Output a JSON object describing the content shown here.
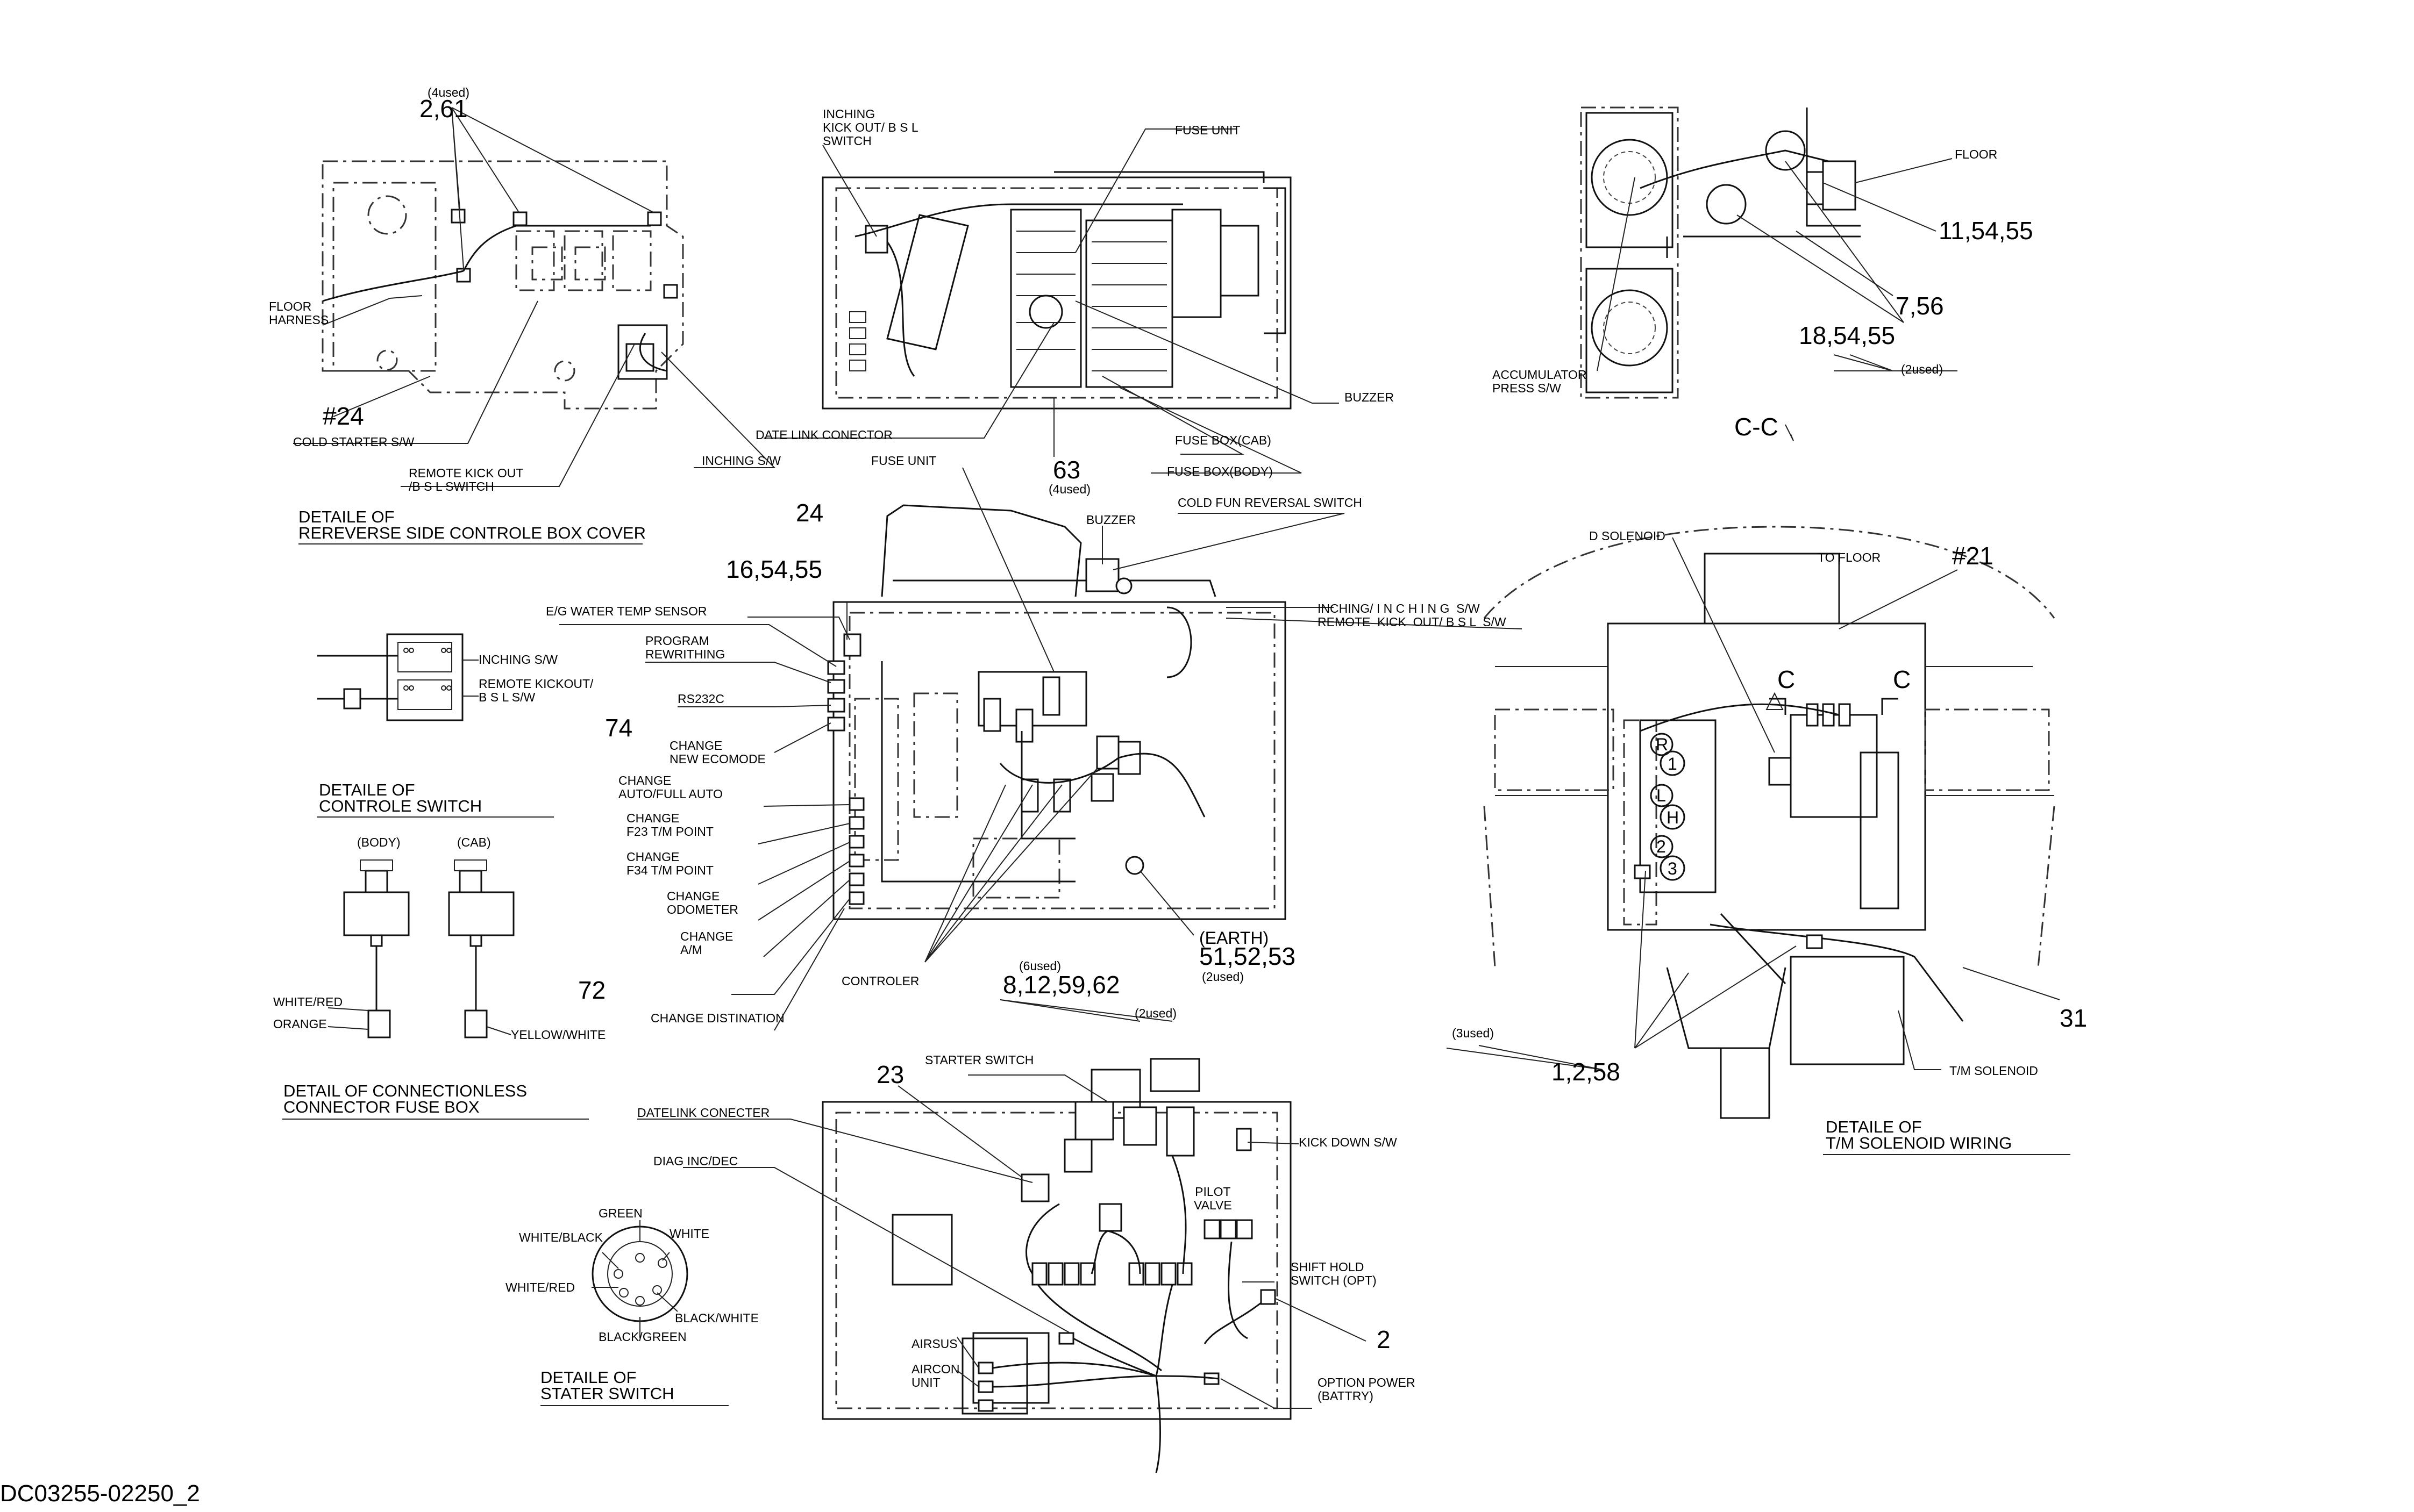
{
  "drawing_number": "DC03255-02250_2",
  "box_cover": {
    "title_line1": "DETAILE OF",
    "title_line2": "REREVERSE SIDE CONTROLE BOX COVER",
    "qty_note": "(4used)",
    "ref_top": "2,61",
    "floor_harness": "FLOOR\nHARNESS",
    "ref_24": "#24",
    "cold_starter": "COLD STARTER S/W",
    "remote_kick": "REMOTE KICK OUT\n/B S L SWITCH",
    "inching_sw": "INCHING S/W"
  },
  "fuse_top": {
    "inching_kick": "INCHING\nKICK OUT/ B S L\nSWITCH",
    "fuse_unit": "FUSE UNIT",
    "buzzer": "BUZZER",
    "date_link": "DATE LINK CONECTOR",
    "fuse_box_cab": "FUSE BOX(CAB)",
    "ref_63": "63",
    "qty_63": "(4used)",
    "fuse_box_body": "FUSE BOX(BODY)"
  },
  "controller": {
    "fuse_unit": "FUSE UNIT",
    "ref_24": "24",
    "buzzer": "BUZZER",
    "cold_fun": "COLD FUN REVERSAL SWITCH",
    "ref_16": "16,54,55",
    "eg_water": "E/G WATER TEMP SENSOR",
    "inching_remote": "INCHING/ I N C H I N G  S/W\nREMOTE  KICK  OUT/ B S L  S/W",
    "program": "PROGRAM\nREWRITHING",
    "rs232c": "RS232C",
    "ref_74": "74",
    "change_eco": "CHANGE\nNEW ECOMODE",
    "change_auto": "CHANGE\nAUTO/FULL AUTO",
    "change_f23": "CHANGE\nF23 T/M POINT",
    "change_f34": "CHANGE\nF34 T/M POINT",
    "change_odo": "CHANGE\nODOMETER",
    "change_am": "CHANGE\nA/M",
    "ref_72": "72",
    "controler": "CONTROLER",
    "change_dest": "CHANGE DISTINATION",
    "qty_6": "(6used)",
    "ref_8": "8,12,59,62",
    "qty_2": "(2used)",
    "earth": "(EARTH)",
    "ref_51": "51,52,53",
    "qty_51": "(2used)"
  },
  "control_switch": {
    "inching": "INCHING S/W",
    "remote": "REMOTE KICKOUT/\nB S L S/W",
    "title_line1": "DETAILE OF",
    "title_line2": "CONTROLE SWITCH"
  },
  "fuse_box_detail": {
    "body": "(BODY)",
    "cab": "(CAB)",
    "white_red": "WHITE/RED",
    "orange": "ORANGE",
    "yellow_white": "YELLOW/WHITE",
    "title_line1": "DETAIL OF CONNECTIONLESS",
    "title_line2": "CONNECTOR FUSE BOX"
  },
  "starter_detail": {
    "green": "GREEN",
    "white_black": "WHITE/BLACK",
    "white": "WHITE",
    "white_red": "WHITE/RED",
    "black_white": "BLACK/WHITE",
    "black_green": "BLACK/GREEN",
    "title_line1": "DETAILE OF",
    "title_line2": "STATER SWITCH"
  },
  "bottom_panel": {
    "ref_23": "23",
    "starter_switch": "STARTER SWITCH",
    "datelink": "DATELINK CONECTER",
    "diag": "DIAG INC/DEC",
    "kick_down": "KICK DOWN S/W",
    "pilot": "PILOT\nVALVE",
    "shift_hold": "SHIFT HOLD\nSWITCH (OPT)",
    "ref_2": "2",
    "airsus": "AIRSUS",
    "aircon": "AIRCON\nUNIT",
    "option_power": "OPTION POWER\n(BATTRY)"
  },
  "accumulator": {
    "floor": "FLOOR",
    "ref_11": "11,54,55",
    "ref_7": "7,56",
    "ref_18": "18,54,55",
    "qty": "(2used)",
    "accumulator_sw": "ACCUMULATOR\nPRESS S/W",
    "section": "C-C"
  },
  "solenoid": {
    "d_solenoid": "D SOLENOID",
    "to_floor": "TO FLOOR",
    "ref_21": "#21",
    "c_left": "C",
    "c_right": "C",
    "ports": [
      "R",
      "1",
      "L",
      "H",
      "2",
      "3"
    ],
    "ref_31": "31",
    "qty": "(3used)",
    "ref_1": "1,2,58",
    "tm_solenoid": "T/M SOLENOID",
    "title_line1": "DETAILE OF",
    "title_line2": "T/M SOLENOID WIRING"
  }
}
